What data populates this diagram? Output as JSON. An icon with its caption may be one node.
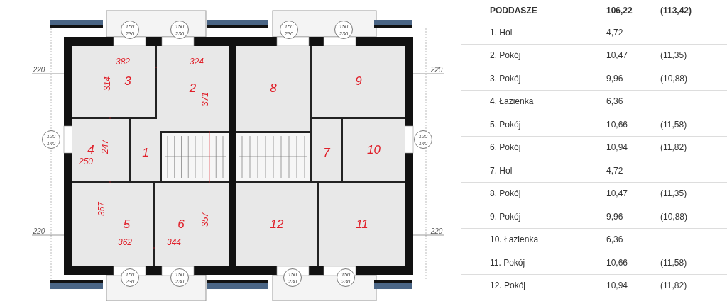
{
  "diagram": {
    "nodes": [
      {
        "text": [
          "1"
        ]
      },
      {
        "text": [
          "2"
        ]
      },
      {
        "text": [
          "3"
        ]
      },
      {
        "text": [
          "4"
        ]
      },
      {
        "text": [
          "5"
        ]
      },
      {
        "text": [
          "6"
        ]
      },
      {
        "text": [
          "7"
        ]
      },
      {
        "text": [
          "8"
        ]
      },
      {
        "text": [
          "9"
        ]
      },
      {
        "text": [
          "10"
        ]
      },
      {
        "text": [
          "11"
        ]
      },
      {
        "text": [
          "12"
        ]
      },
      {
        "text": [
          "150",
          "230"
        ]
      },
      {
        "text": [
          "150",
          "230"
        ]
      },
      {
        "text": [
          "150",
          "230"
        ]
      },
      {
        "text": [
          "150",
          "230"
        ]
      },
      {
        "text": [
          "120",
          "140"
        ]
      },
      {
        "text": [
          "120",
          "140"
        ]
      },
      {
        "text": [
          "150",
          "230"
        ]
      },
      {
        "text": [
          "150",
          "230"
        ]
      },
      {
        "text": [
          "150",
          "230"
        ]
      },
      {
        "text": [
          "150",
          "230"
        ]
      }
    ],
    "edges": [],
    "labels": [
      "220",
      "382",
      "324",
      "314",
      "371",
      "220",
      "247",
      "250",
      "220",
      "357",
      "357",
      "220",
      "362",
      "344",
      "PODDASZE",
      "106,22",
      "(113,42)",
      "1. Hol",
      "4,72",
      "2. Pokój",
      "10,47",
      "(11,35)",
      "3. Pokój",
      "9,96",
      "(10,88)",
      "4. Łazienka",
      "6,36",
      "5. Pokój",
      "10,66",
      "(11,58)",
      "6. Pokój",
      "10,94",
      "(11,82)",
      "7. Hol",
      "4,72",
      "8. Pokój",
      "10,47",
      "(11,35)",
      "9. Pokój",
      "9,96",
      "(10,88)",
      "10. Łazienka",
      "6,36",
      "11. Pokój",
      "10,66",
      "(11,58)",
      "12. Pokój",
      "10,94",
      "(11,82)"
    ]
  }
}
